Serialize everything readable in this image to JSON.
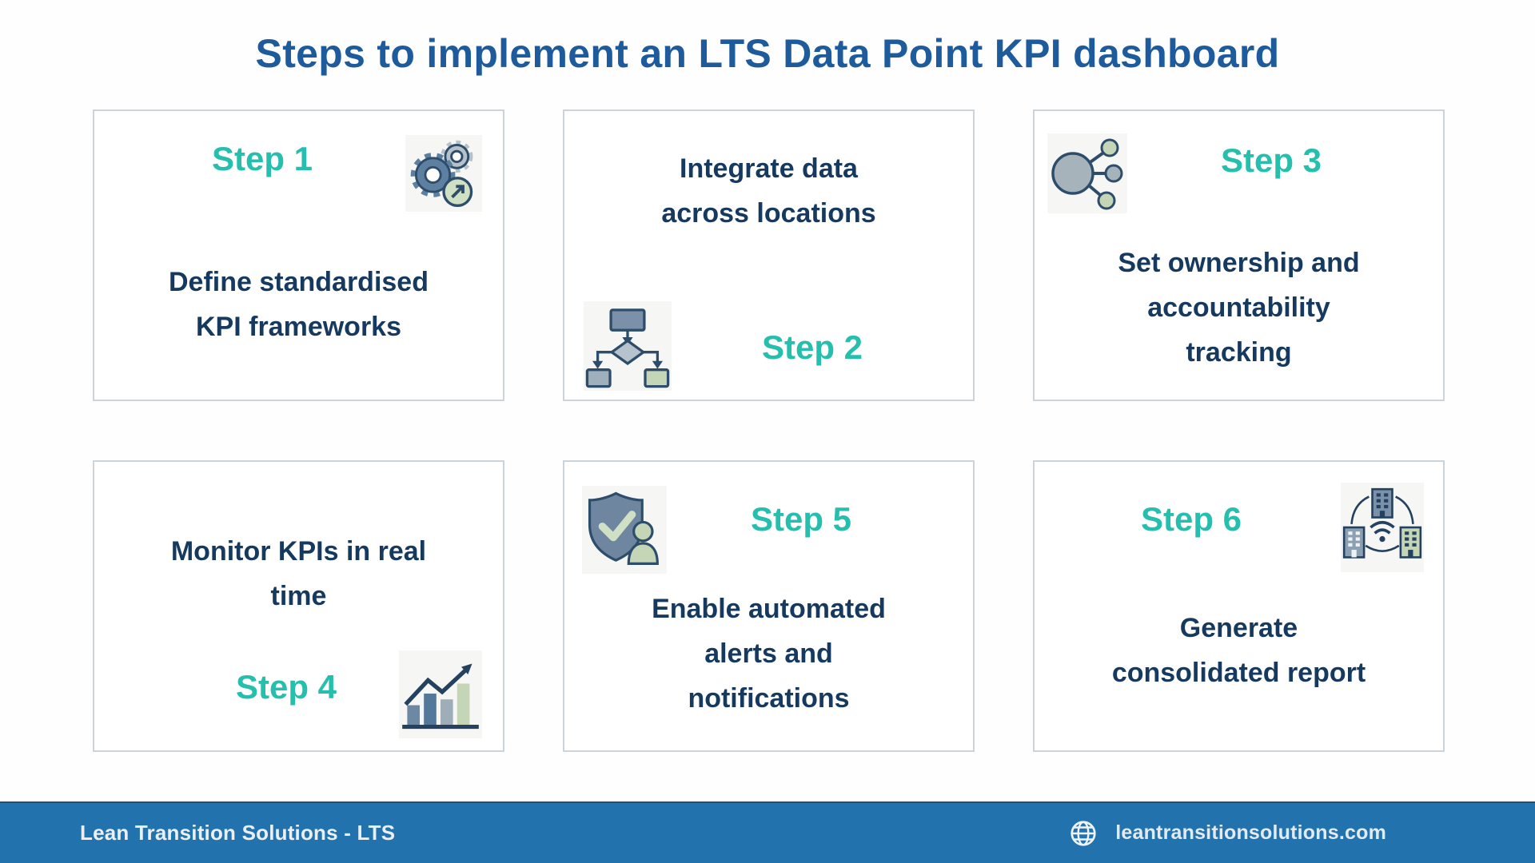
{
  "page": {
    "title": "Steps to implement an LTS Data Point KPI dashboard"
  },
  "steps": [
    {
      "label": "Step 1",
      "icon": "gears-icon",
      "lines": [
        "Define standardised",
        "KPI frameworks"
      ]
    },
    {
      "label": "Step 2",
      "icon": "flowchart-icon",
      "lines": [
        "Integrate data",
        "across locations"
      ]
    },
    {
      "label": "Step 3",
      "icon": "network-hub-icon",
      "lines": [
        "Set ownership and",
        "accountability",
        "tracking"
      ]
    },
    {
      "label": "Step 4",
      "icon": "bar-chart-growth-icon",
      "lines": [
        "Monitor KPIs in real",
        "time"
      ]
    },
    {
      "label": "Step 5",
      "icon": "shield-check-user-icon",
      "lines": [
        "Enable automated",
        "alerts and",
        "notifications"
      ]
    },
    {
      "label": "Step 6",
      "icon": "buildings-network-icon",
      "lines": [
        "Generate",
        "consolidated report"
      ]
    }
  ],
  "footer": {
    "brand": "Lean Transition Solutions - LTS",
    "website": "leantransitionsolutions.com",
    "icon": "globe-icon"
  },
  "colors": {
    "title_blue": "#1d5b9c",
    "heading_navy": "#16395f",
    "step_teal": "#26bfae",
    "footer_blue": "#2272ad",
    "card_border": "#ccd4db"
  }
}
